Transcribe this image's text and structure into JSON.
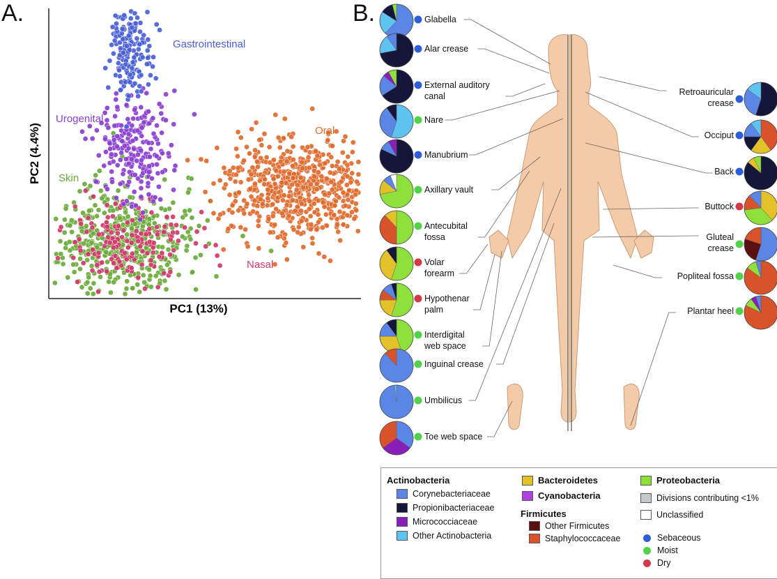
{
  "panel_a": {
    "label": "A.",
    "xlabel": "PC1 (13%)",
    "ylabel": "PC2 (4.4%)",
    "clusters": [
      {
        "name": "Gastrointestinal",
        "color": "#4a5fd6"
      },
      {
        "name": "Urogenital",
        "color": "#8a3fd1"
      },
      {
        "name": "Oral",
        "color": "#e06a2c"
      },
      {
        "name": "Skin",
        "color": "#6aaa3a"
      },
      {
        "name": "Nasal",
        "color": "#d13a6a"
      }
    ]
  },
  "panel_b": {
    "label": "B.",
    "left_sites": [
      {
        "label": [
          "Glabella"
        ],
        "env": "Sebaceous"
      },
      {
        "label": [
          "Alar crease"
        ],
        "env": "Sebaceous"
      },
      {
        "label": [
          "External auditory",
          "canal"
        ],
        "env": "Sebaceous"
      },
      {
        "label": [
          "Nare"
        ],
        "env": "Moist"
      },
      {
        "label": [
          "Manubrium"
        ],
        "env": "Sebaceous"
      },
      {
        "label": [
          "Axillary vault"
        ],
        "env": "Moist"
      },
      {
        "label": [
          "Antecubital",
          "fossa"
        ],
        "env": "Moist"
      },
      {
        "label": [
          "Volar",
          "forearm"
        ],
        "env": "Dry"
      },
      {
        "label": [
          "Hypothenar",
          "palm"
        ],
        "env": "Dry"
      },
      {
        "label": [
          "Interdigital",
          "web space"
        ],
        "env": "Moist"
      },
      {
        "label": [
          "Inguinal crease"
        ],
        "env": "Moist"
      },
      {
        "label": [
          "Umbilicus"
        ],
        "env": "Moist"
      },
      {
        "label": [
          "Toe web space"
        ],
        "env": "Moist"
      }
    ],
    "right_sites": [
      {
        "label": [
          "Retroauricular",
          "crease"
        ],
        "env": "Sebaceous"
      },
      {
        "label": [
          "Occiput"
        ],
        "env": "Sebaceous"
      },
      {
        "label": [
          "Back"
        ],
        "env": "Sebaceous"
      },
      {
        "label": [
          "Buttock"
        ],
        "env": "Dry"
      },
      {
        "label": [
          "Gluteal",
          "crease"
        ],
        "env": "Moist"
      },
      {
        "label": [
          "Popliteal fossa"
        ],
        "env": "Moist"
      },
      {
        "label": [
          "Plantar heel"
        ],
        "env": "Moist"
      }
    ]
  },
  "legend": {
    "actinobacteria_title": "Actinobacteria",
    "actinobacteria": [
      {
        "name": "Corynebacteriaceae",
        "color": "#5b86e5"
      },
      {
        "name": "Propionibacteriaceae",
        "color": "#14163a"
      },
      {
        "name": "Micrococciaceae",
        "color": "#8a1fb8"
      },
      {
        "name": "Other Actinobacteria",
        "color": "#5ec3ef"
      }
    ],
    "bacteroidetes": {
      "name": "Bacteroidetes",
      "color": "#e3c12a"
    },
    "cyanobacteria": {
      "name": "Cyanobacteria",
      "color": "#b040e0"
    },
    "firmicutes_title": "Firmicutes",
    "firmicutes": [
      {
        "name": "Other Firmicutes",
        "color": "#5a1010"
      },
      {
        "name": "Staphylococcaceae",
        "color": "#d9532a"
      }
    ],
    "proteobacteria": {
      "name": "Proteobacteria",
      "color": "#8fe03a"
    },
    "divisions": {
      "name": "Divisions contributing <1%",
      "color": "#c4c9cc"
    },
    "unclassified": {
      "name": "Unclassified",
      "color": "#ffffff"
    },
    "environments": [
      {
        "name": "Sebaceous",
        "color": "#2f5fd8"
      },
      {
        "name": "Moist",
        "color": "#52d24a"
      },
      {
        "name": "Dry",
        "color": "#d23a4a"
      }
    ]
  }
}
